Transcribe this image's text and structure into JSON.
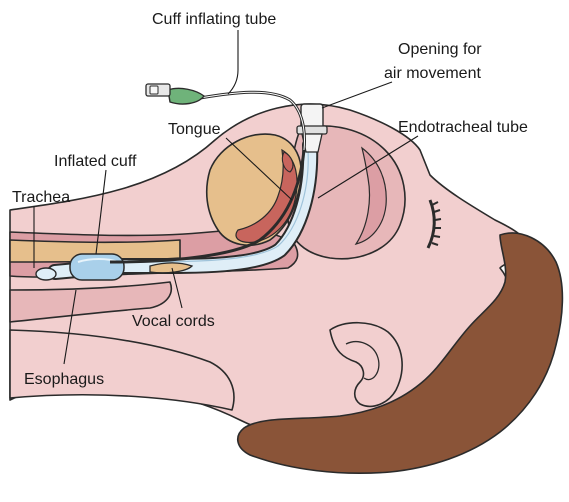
{
  "labels": {
    "cuff_inflating_tube": "Cuff inflating tube",
    "opening_line1": "Opening for",
    "opening_line2": "air movement",
    "tongue": "Tongue",
    "endotracheal_tube": "Endotracheal tube",
    "inflated_cuff": "Inflated cuff",
    "trachea": "Trachea",
    "vocal_cords": "Vocal cords",
    "esophagus": "Esophagus"
  },
  "colors": {
    "skin": "#f2cfcf",
    "skin_shadow": "#e7b7b9",
    "mucosa": "#dc9ea4",
    "hair": "#8a5438",
    "tongue_tissue": "#e6bf8c",
    "tongue_red": "#c8655d",
    "tube": "#dfeef7",
    "cuff": "#a9d0ea",
    "connector_green": "#6fb37a",
    "outline": "#2b2b2b"
  }
}
